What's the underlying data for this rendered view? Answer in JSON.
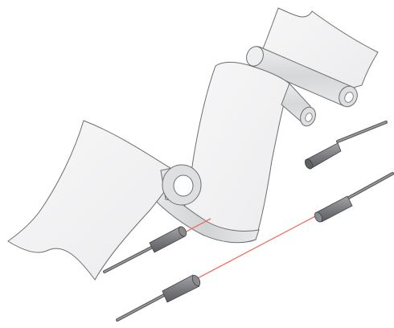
{
  "colors": {
    "background": "#ffffff",
    "paper": "#f4f4f5",
    "paper_stroke": "#6d6e71",
    "paper_shade": "#d9dadc",
    "roller_face": "#dedfe1",
    "roller_hole": "#ffffff",
    "sensor_body": "#8a8b8e",
    "sensor_dark": "#5e5f62",
    "sensor_stroke": "#3f4043",
    "laser_beam": "#ef6f5e"
  },
  "components": {
    "web": "paper-web",
    "rollers": [
      "roller-top",
      "roller-middle",
      "roller-bottom"
    ],
    "sensors": [
      "sensor-right-upper",
      "sensor-left-middle",
      "sensor-right-lower",
      "sensor-left-lower"
    ],
    "beams": [
      "beam-upper",
      "beam-lower"
    ]
  }
}
